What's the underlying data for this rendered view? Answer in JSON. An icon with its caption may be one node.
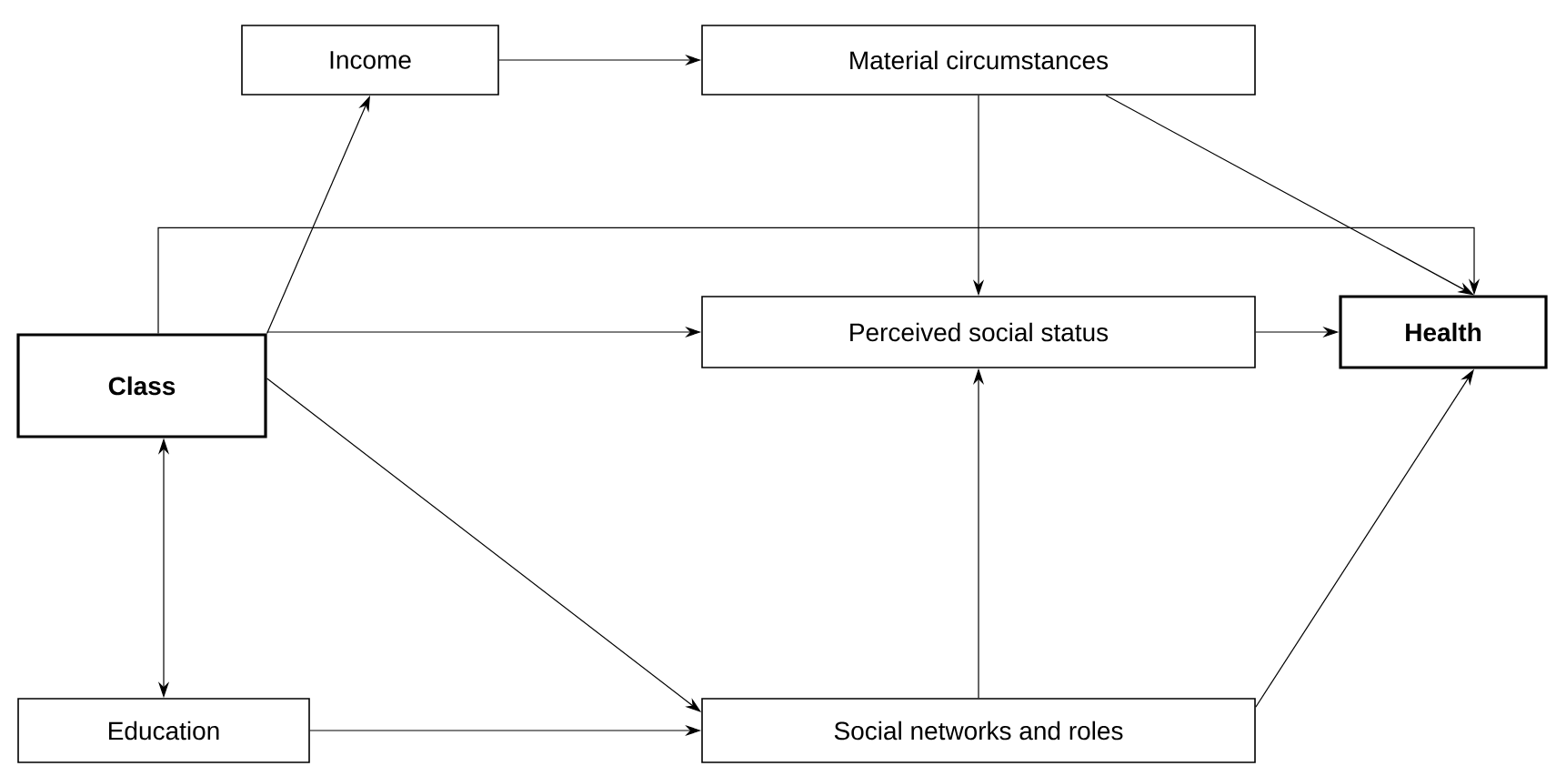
{
  "diagram": {
    "nodes": [
      {
        "text": [
          "Income"
        ]
      },
      {
        "text": [
          "Material circumstances"
        ]
      },
      {
        "text": [
          "Class"
        ]
      },
      {
        "text": [
          "Perceived social status"
        ]
      },
      {
        "text": [
          "Health"
        ]
      },
      {
        "text": [
          "Education"
        ]
      },
      {
        "text": [
          "Social networks and roles"
        ]
      }
    ],
    "edges": [
      {
        "from": 0,
        "to": 1,
        "arrow": "to"
      },
      {
        "from": 2,
        "to": 0,
        "arrow": "to"
      },
      {
        "from": 1,
        "to": 3,
        "arrow": "to"
      },
      {
        "from": 1,
        "to": 4,
        "arrow": "to"
      },
      {
        "from": 2,
        "to": 4,
        "arrow": "to"
      },
      {
        "from": 2,
        "to": 3,
        "arrow": "to"
      },
      {
        "from": 3,
        "to": 4,
        "arrow": "to"
      },
      {
        "from": 2,
        "to": 5,
        "arrow": "both"
      },
      {
        "from": 2,
        "to": 6,
        "arrow": "to"
      },
      {
        "from": 5,
        "to": 6,
        "arrow": "to"
      },
      {
        "from": 6,
        "to": 3,
        "arrow": "to"
      },
      {
        "from": 6,
        "to": 4,
        "arrow": "to"
      }
    ]
  }
}
